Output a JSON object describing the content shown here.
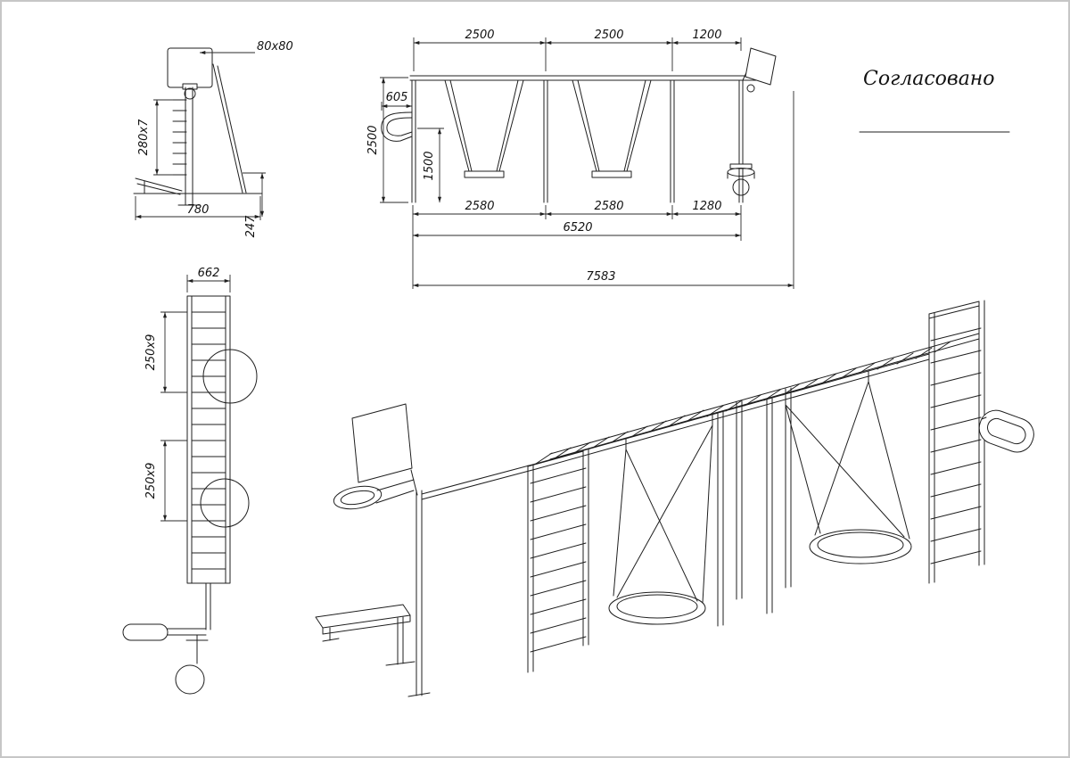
{
  "approval": {
    "label": "Согласовано"
  },
  "views": {
    "side": {
      "dims": {
        "post_section": "80x80",
        "rung_spacing": "280x7",
        "base": "780",
        "footing": "247"
      }
    },
    "plan": {
      "dims": {
        "width": "662",
        "spacing_top": "250x9",
        "spacing_bottom": "250x9"
      }
    },
    "front": {
      "dims": {
        "bay1_top": "2500",
        "bay2_top": "2500",
        "bay3_top": "1200",
        "height": "2500",
        "ring_width": "605",
        "ring_height": "1500",
        "bay1_bottom": "2580",
        "bay2_bottom": "2580",
        "bay3_bottom": "1280",
        "inner_total": "6520",
        "overall": "7583"
      }
    }
  },
  "colors": {
    "line": "#1f1f1f",
    "background": "#ffffff"
  }
}
